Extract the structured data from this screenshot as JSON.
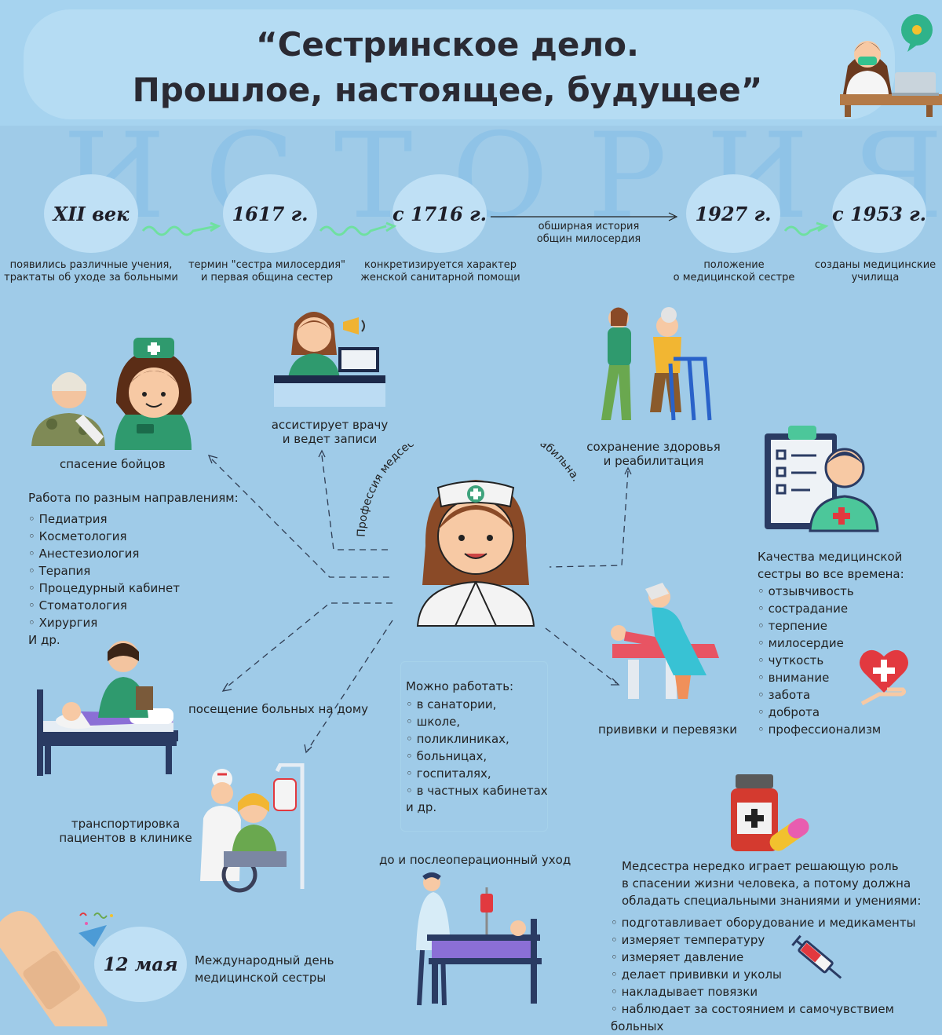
{
  "title": {
    "line1": "“Сестринское дело.",
    "line2": "Прошлое, настоящее, будущее”"
  },
  "watermark": "ИСТОРИЯ",
  "timeline": [
    {
      "year": "XII век",
      "caption_l1": "появились различные учения,",
      "caption_l2": "трактаты об уходе за больными"
    },
    {
      "year": "1617 г.",
      "caption_l1": "термин \"сестра милосердия\"",
      "caption_l2": "и первая община сестер"
    },
    {
      "year": "с 1716 г.",
      "caption_l1": "конкретизируется характер",
      "caption_l2": "женской санитарной помощи"
    },
    {
      "year": "1927 г.",
      "caption_l1": "положение",
      "caption_l2": "о медицинской сестре"
    },
    {
      "year": "с 1953 г.",
      "caption_l1": "созданы медицинские",
      "caption_l2": "училища"
    }
  ],
  "timeline_arrow_label": {
    "l1": "обширная история",
    "l2": "общин милосердия"
  },
  "center_arc_text": "Профессия медсестры востребована и стабильна.",
  "saving_soldiers": "спасение бойцов",
  "assists_doctor": {
    "l1": "ассистирует врачу",
    "l2": "и ведет записи"
  },
  "rehab": {
    "l1": "сохранение здоровья",
    "l2": "и реабилитация"
  },
  "directions": {
    "heading": "Работа по разным направлениям:",
    "items": [
      "Педиатрия",
      "Косметология",
      "Анестезиология",
      "Терапия",
      "Процедурный кабинет",
      "Стоматология",
      "Хирургия"
    ],
    "etc": "И др."
  },
  "qualities": {
    "heading_l1": "Качества медицинской",
    "heading_l2": "сестры во все времена:",
    "items": [
      "отзывчивость",
      "сострадание",
      "терпение",
      "милосердие",
      "чуткость",
      "внимание",
      "забота",
      "доброта",
      "профессионализм"
    ]
  },
  "home_visits": "посещение больных на дому",
  "workplaces": {
    "heading": "Можно работать:",
    "items": [
      "в санатории,",
      "школе,",
      "поликлиниках,",
      "больницах,",
      "госпиталях,",
      "в частных кабинетах"
    ],
    "etc": "и др."
  },
  "vaccinations": "прививки и перевязки",
  "transport": {
    "l1": "транспортировка",
    "l2": "пациентов в клинике"
  },
  "postop": "до и послеоперационный уход",
  "role": {
    "l1": "Медсестра нередко играет решающую роль",
    "l2": "в спасении жизни человека, а потому должна",
    "l3": "обладать специальными знаниями и умениями:",
    "items": [
      "подготавливает оборудование и медикаменты",
      "измеряет температуру",
      "измеряет давление",
      "делает прививки и уколы",
      "накладывает повязки",
      "наблюдает за состоянием и самочувствием больных"
    ]
  },
  "nurse_day": {
    "date": "12 мая",
    "l1": "Международный день",
    "l2": "медицинской сестры"
  },
  "colors": {
    "background": "#9fcbe8",
    "circle": "#bfe0f5",
    "nurse_green": "#2f9a6e",
    "cross_red": "#e2393f",
    "skin": "#f7c9a4"
  }
}
